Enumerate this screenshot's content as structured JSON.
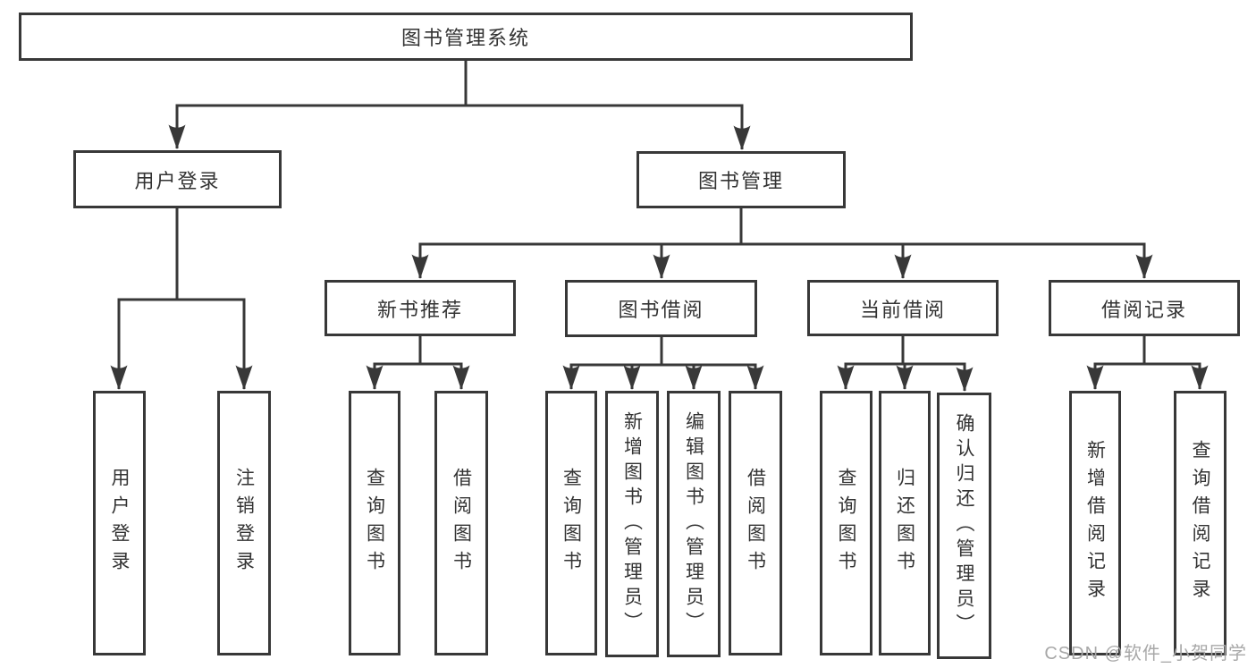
{
  "diagram": {
    "root": {
      "label": "图书管理系统"
    },
    "level2": [
      {
        "label": "用户登录"
      },
      {
        "label": "图书管理"
      }
    ],
    "level3": [
      {
        "label": "新书推荐"
      },
      {
        "label": "图书借阅"
      },
      {
        "label": "当前借阅"
      },
      {
        "label": "借阅记录"
      }
    ],
    "leaves": {
      "user_login": [
        {
          "label": "用户登录"
        },
        {
          "label": "注销登录"
        }
      ],
      "new_book_recommend": [
        {
          "label": "查询图书"
        },
        {
          "label": "借阅图书"
        }
      ],
      "book_borrowing": [
        {
          "label": "查询图书"
        },
        {
          "label": "新增图书（管理员）"
        },
        {
          "label": "编辑图书（管理员）"
        },
        {
          "label": "借阅图书"
        }
      ],
      "current_borrowing": [
        {
          "label": "查询图书"
        },
        {
          "label": "归还图书"
        },
        {
          "label": "确认归还（管理员）"
        }
      ],
      "borrowing_records": [
        {
          "label": "新增借阅记录"
        },
        {
          "label": "查询借阅记录"
        }
      ]
    }
  },
  "watermark": {
    "text": "CSDN @软件_小贺同学"
  },
  "colors": {
    "line": "#383838",
    "box_border": "#383838",
    "text": "#333333",
    "watermark": "#a8a8a8",
    "background": "#ffffff"
  }
}
